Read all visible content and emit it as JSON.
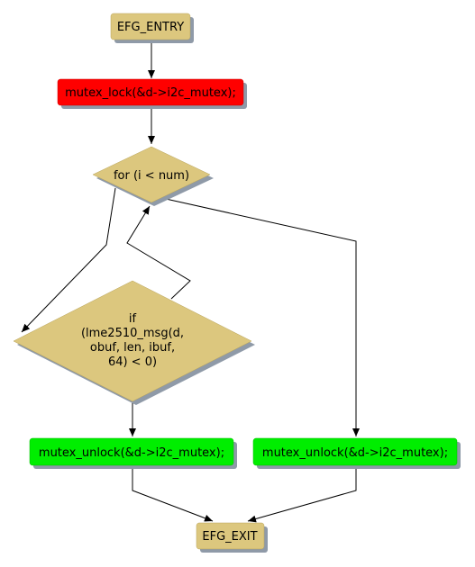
{
  "colors": {
    "neutral": "#dcc77e",
    "lock": "#ff0000",
    "unlock": "#00ee00",
    "shadow": "#8f9aa8",
    "edge": "#000000"
  },
  "nodes": {
    "entry": {
      "label": "EFG_ENTRY"
    },
    "lock": {
      "label": "mutex_lock(&d->i2c_mutex);"
    },
    "loop": {
      "label": "for (i < num)"
    },
    "cond": {
      "lines": [
        "if",
        "(lme2510_msg(d,",
        "obuf, len, ibuf,",
        "64) < 0)"
      ]
    },
    "unlock_left": {
      "label": "mutex_unlock(&d->i2c_mutex);"
    },
    "unlock_right": {
      "label": "mutex_unlock(&d->i2c_mutex);"
    },
    "exit": {
      "label": "EFG_EXIT"
    }
  }
}
